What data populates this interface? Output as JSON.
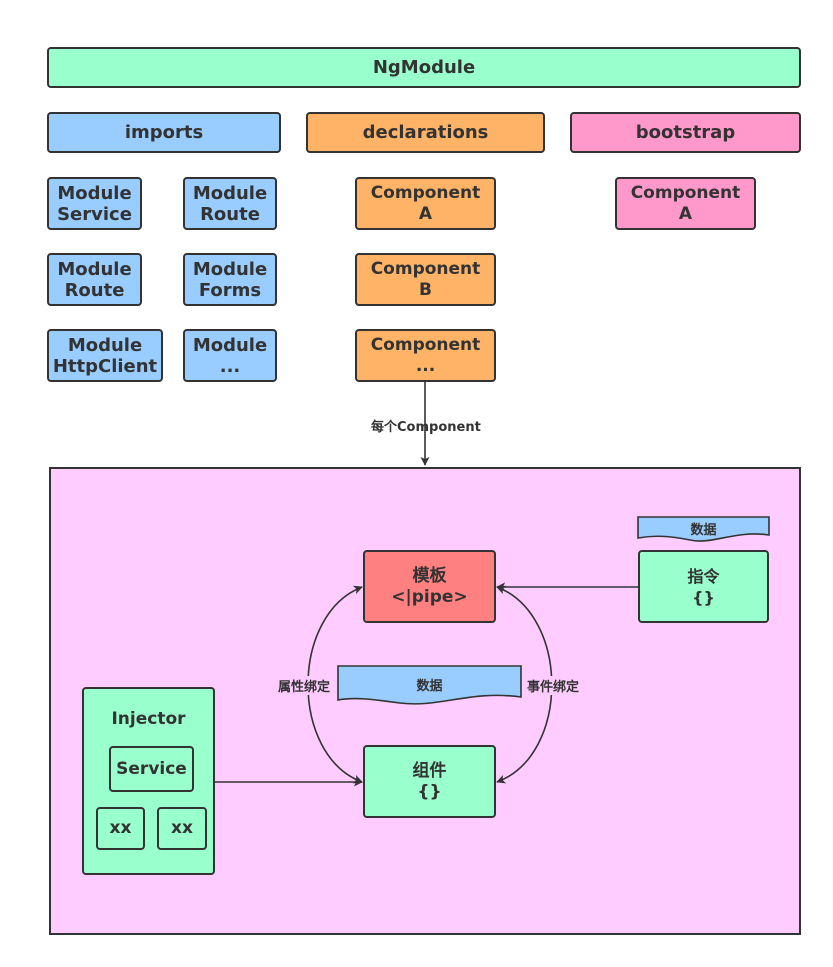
{
  "ngmodule": {
    "label": "NgModule"
  },
  "imports": {
    "header": "imports",
    "items": [
      {
        "line1": "Module",
        "line2": "Service"
      },
      {
        "line1": "Module",
        "line2": "Route"
      },
      {
        "line1": "Module",
        "line2": "Route"
      },
      {
        "line1": "Module",
        "line2": "Forms"
      },
      {
        "line1": "Module",
        "line2": "HttpClient"
      },
      {
        "line1": "Module",
        "line2": "..."
      }
    ]
  },
  "declarations": {
    "header": "declarations",
    "items": [
      {
        "line1": "Component",
        "line2": "A"
      },
      {
        "line1": "Component",
        "line2": "B"
      },
      {
        "line1": "Component",
        "line2": "..."
      }
    ]
  },
  "bootstrap": {
    "header": "bootstrap",
    "items": [
      {
        "line1": "Component",
        "line2": "A"
      }
    ]
  },
  "connector_label": "每个Component",
  "component_detail": {
    "template": {
      "line1": "模板",
      "line2": "<|pipe>"
    },
    "directive": {
      "line1": "指令",
      "line2": "{}"
    },
    "directive_data": "数据",
    "center_data": "数据",
    "property_binding": "属性绑定",
    "event_binding": "事件绑定",
    "component": {
      "line1": "组件",
      "line2": "{}"
    },
    "injector": {
      "title": "Injector",
      "service": "Service",
      "xx1": "xx",
      "xx2": "xx"
    }
  },
  "colors": {
    "green": "#99ffcc",
    "blue": "#99ccff",
    "orange": "#ffb366",
    "pink": "#ff99cc",
    "red": "#ff8080",
    "panel": "#ffccff",
    "stroke": "#333333"
  }
}
